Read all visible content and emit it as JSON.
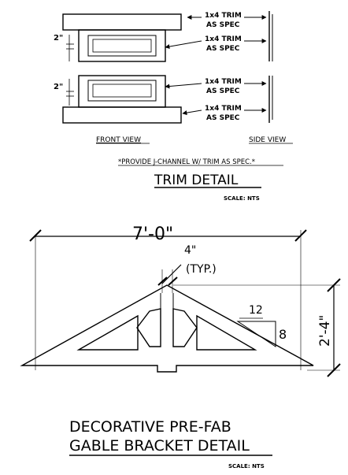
{
  "trim": {
    "front_top": {
      "dim": "2\"",
      "callout1_l1": "1x4 TRIM",
      "callout1_l2": "AS SPEC",
      "callout2_l1": "1x4 TRIM",
      "callout2_l2": "AS SPEC"
    },
    "front_bottom": {
      "dim": "2\"",
      "callout1_l1": "1x4 TRIM",
      "callout1_l2": "AS SPEC",
      "callout2_l1": "1x4 TRIM",
      "callout2_l2": "AS SPEC"
    },
    "front_view_label": "FRONT VIEW",
    "side_view_label": "SIDE VIEW",
    "note": "*PROVIDE J-CHANNEL W/ TRIM AS SPEC.*",
    "title": "TRIM DETAIL",
    "scale": "SCALE: NTS"
  },
  "gable": {
    "overall_dim": "7'-0\"",
    "member_dim": "4\"",
    "typ_note": "(TYP.)",
    "slope_run": "12",
    "slope_rise": "8",
    "height_dim": "2'-4\"",
    "title_l1": "DECORATIVE PRE-FAB",
    "title_l2": "GABLE BRACKET DETAIL",
    "scale": "SCALE: NTS"
  }
}
